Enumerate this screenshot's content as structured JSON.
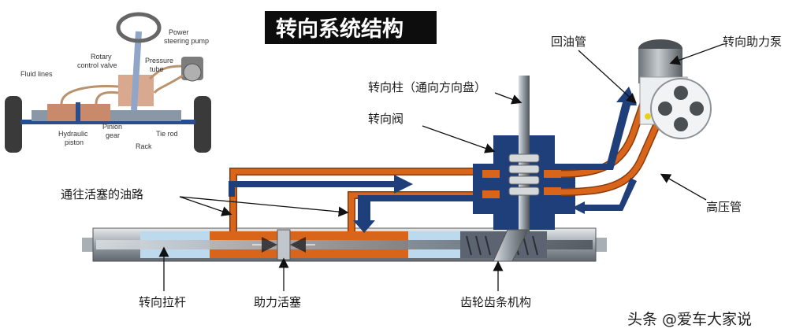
{
  "title": "转向系统结构",
  "labels": {
    "return_line": "回油管",
    "pump": "转向助力泵",
    "column": "转向柱（通向方向盘）",
    "valve": "转向阀",
    "piston_lines": "通往活塞的油路",
    "high_pressure": "高压管",
    "tie_rod": "转向拉杆",
    "piston": "助力活塞",
    "rack_pinion": "齿轮齿条机构"
  },
  "inset": {
    "power_pump": [
      "Power",
      "steering pump"
    ],
    "rotary_valve": [
      "Rotary",
      "control valve"
    ],
    "pressure_tube": [
      "Pressure",
      "tube"
    ],
    "fluid_lines": "Fluid lines",
    "hydraulic_piston": [
      "Hydraulic",
      "piston"
    ],
    "pinion_gear": [
      "Pinion",
      "gear"
    ],
    "rack": "Rack",
    "tie_rod": "Tie rod"
  },
  "watermark": "头条 @爱车大家说",
  "colors": {
    "pipe": "#d9651a",
    "pipe_dark": "#8a3a0c",
    "housing": "#1f3f7a",
    "tube": "#b9c0c6",
    "fluid": "#bcd9ee",
    "arrow": "#1f3f7a"
  }
}
